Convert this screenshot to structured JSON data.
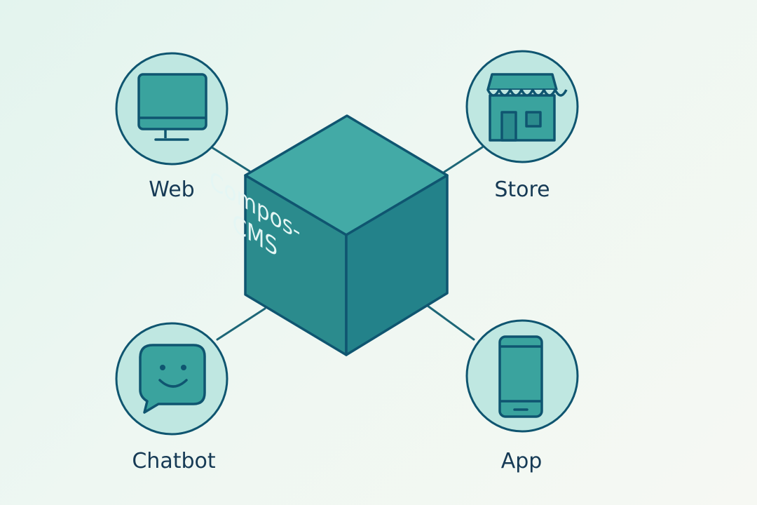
{
  "hub": {
    "line1": "Compos-",
    "line2": "CMS"
  },
  "nodes": {
    "web": {
      "label": "Web",
      "icon": "monitor-icon"
    },
    "store": {
      "label": "Store",
      "icon": "storefront-icon"
    },
    "chatbot": {
      "label": "Chatbot",
      "icon": "chat-bubble-icon"
    },
    "app": {
      "label": "App",
      "icon": "smartphone-icon"
    }
  },
  "colors": {
    "outline": "#0f5570",
    "cube_top": "#43aaa6",
    "cube_left": "#2b8b8d",
    "cube_right": "#23828a",
    "node_fill": "#bfe7e1",
    "icon_fill": "#3aa39e",
    "label_text": "#163a55"
  }
}
